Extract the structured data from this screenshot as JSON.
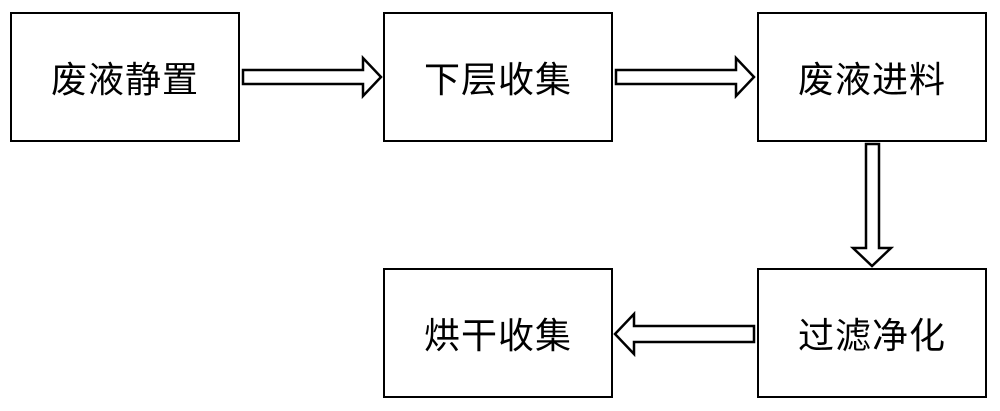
{
  "diagram": {
    "steps": [
      {
        "id": "step-1",
        "label": "废液静置"
      },
      {
        "id": "step-2",
        "label": "下层收集"
      },
      {
        "id": "step-3",
        "label": "废液进料"
      },
      {
        "id": "step-4",
        "label": "过滤净化"
      },
      {
        "id": "step-5",
        "label": "烘干收集"
      }
    ],
    "flow": [
      {
        "from": "step-1",
        "to": "step-2",
        "direction": "right"
      },
      {
        "from": "step-2",
        "to": "step-3",
        "direction": "right"
      },
      {
        "from": "step-3",
        "to": "step-4",
        "direction": "down"
      },
      {
        "from": "step-4",
        "to": "step-5",
        "direction": "left"
      }
    ],
    "colors": {
      "stroke": "#000000",
      "fill": "#ffffff"
    }
  }
}
